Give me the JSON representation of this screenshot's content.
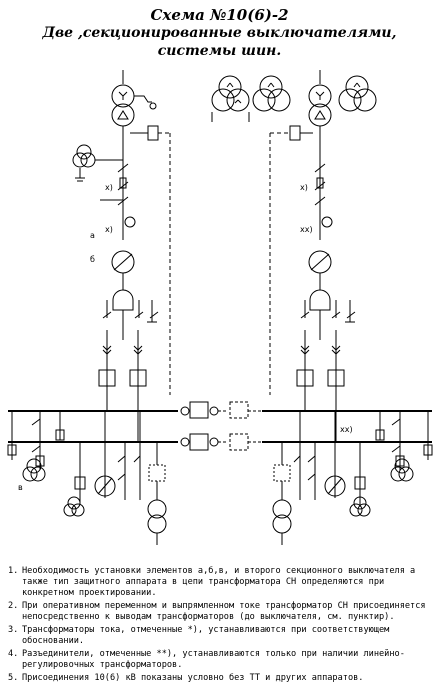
{
  "header": {
    "title": "Схема  №10(6)-2",
    "subtitle_line1": "Две ,секционированные выключателями,",
    "subtitle_line2": "системы шин."
  },
  "labels": {
    "a": "а",
    "b": "б",
    "v": "в",
    "x1": "х)",
    "x2": "х)",
    "x3": "х)",
    "xx1": "хх)",
    "xx2": "хх)"
  },
  "notes": [
    {
      "num": "1.",
      "text": "Необходимость установки элементов а,б,в, и второго секционного выключателя а также тип защитного аппарата в цепи трансформатора СН определяются при конкретном проектировании."
    },
    {
      "num": "2.",
      "text": "При оперативном переменном и выпрямленном токе трансформатор СН присоединяется непосредственно к выводам трансформаторов (до выключателя, см. пунктир)."
    },
    {
      "num": "3.",
      "text": "Трансформаторы тока, отмеченные *), устанавливаются при соответствующем обосновании."
    },
    {
      "num": "4.",
      "text": "Разъединители, отмеченные **), устанавливаются только при наличии линейно-регулировочных трансформаторов."
    },
    {
      "num": "5.",
      "text": "Присоединения 10(6) кВ показаны условно без ТТ и других аппаратов."
    }
  ]
}
